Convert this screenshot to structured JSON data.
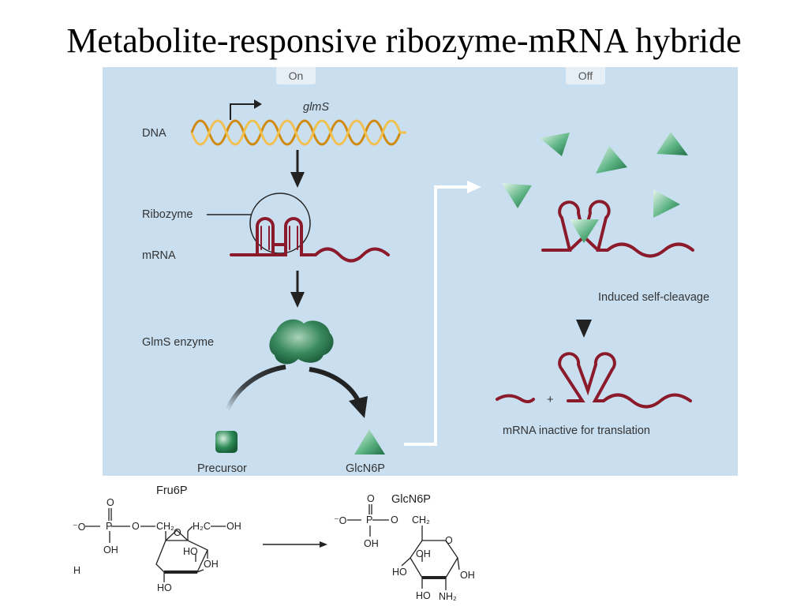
{
  "title": "Metabolite-responsive ribozyme-mRNA hybride",
  "tabs": {
    "on": "On",
    "off": "Off"
  },
  "gene": "glmS",
  "labels": {
    "dna": "DNA",
    "ribozyme": "Ribozyme",
    "mrna": "mRNA",
    "enzyme": "GlmS enzyme",
    "precursor": "Precursor",
    "product": "GlcN6P",
    "cleavage": "Induced self-cleavage",
    "plus": "+",
    "inactive": "mRNA inactive for translation"
  },
  "chem": {
    "fru6p_name": "Fru6P",
    "glcn6p_name": "GlcN6P",
    "o_eq": "O",
    "o_minus": "⁻O",
    "p": "P",
    "o": "O",
    "oh": "OH",
    "ch2": "CH₂",
    "h2c": "H₂C",
    "ho": "HO",
    "nh2": "NH₂",
    "edge_h": "H"
  },
  "colors": {
    "panel": "#c9dff0",
    "rna": "#8b1a2b",
    "metabolite": "#2e8b57",
    "dna": "#e8a317"
  }
}
